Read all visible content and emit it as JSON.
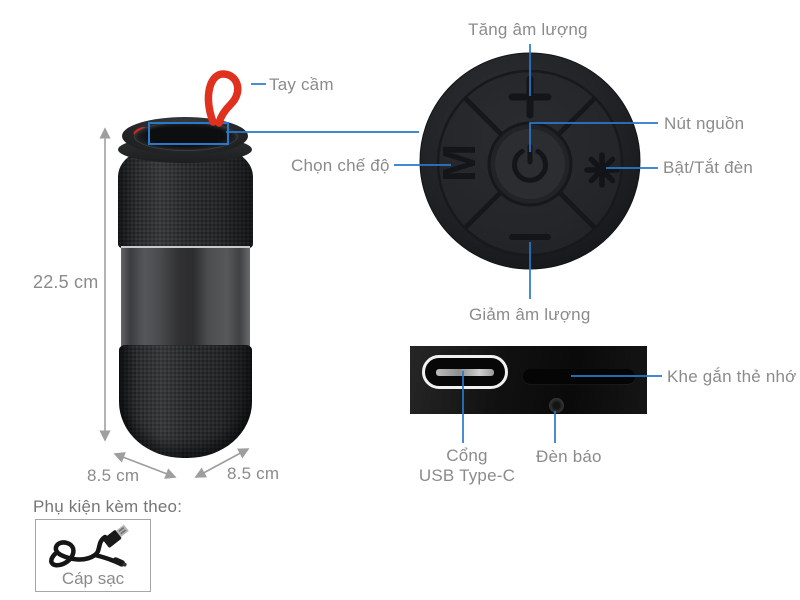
{
  "callouts": {
    "handle": "Tay cầm",
    "volume_up": "Tăng âm lượng",
    "power_button": "Nút nguồn",
    "mode_select": "Chọn chế độ",
    "light_toggle": "Bật/Tắt đèn",
    "volume_down": "Giảm âm lượng",
    "memory_card_slot": "Khe gắn thẻ nhớ",
    "usb_port_line1": "Cổng",
    "usb_port_line2": "USB Type-C",
    "indicator_light": "Đèn báo"
  },
  "dimensions": {
    "height": "22.5 cm",
    "width": "8.5 cm",
    "depth": "8.5 cm"
  },
  "control_pad": {
    "mode_glyph": "M"
  },
  "accessories": {
    "heading": "Phụ kiện kèm theo:",
    "items": [
      {
        "label": "Cáp sạc"
      }
    ]
  },
  "colors": {
    "callout_line": "#2878cc",
    "label_text": "#8b8b8b",
    "handle_red": "#e0301e"
  }
}
